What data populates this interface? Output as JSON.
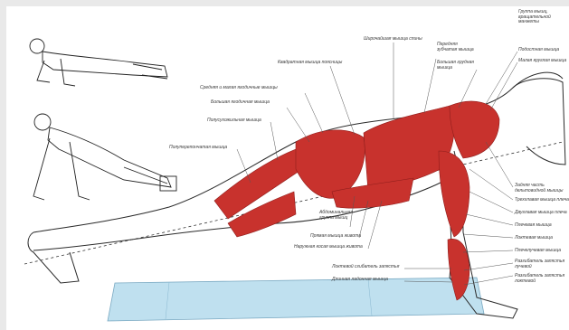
{
  "labels": {
    "group_forearm": "Группа мышц, вращательной манжеты",
    "latissimus": "Широчайшая мышца спины",
    "quadratus": "Квадратная мышца поясницы",
    "serratus": "Передняя зубчатая мышца",
    "pect_major": "Большая грудная мышца",
    "infraspinatus": "Подостная мышца",
    "teres_minor": "Малая круглая мышца",
    "glute_med_min": "Средняя и малая ягодичные мышцы",
    "glute_max": "Большая ягодичная мышца",
    "semimembranosus": "Полуперепончатая мышца",
    "semitendinosus": "Полусухожильная мышца",
    "abdominal": "Абдоминальная группа мышц",
    "rectus_abdominis": "Прямая мышца живота",
    "external_oblique": "Наружная косая мышца живота",
    "brachioradialis": "Локтевой сгибатель запястья",
    "palmaris_longus": "Длинная ладонная мышца",
    "rear_deltoid": "Задняя часть дельтовидной мышцы",
    "triceps": "Трехглавая мышца плеча",
    "biceps": "Двуглавая мышца плеча",
    "brachialis": "Плечевая мышца",
    "anconeus": "Локтевая мышца",
    "brachioradialis2": "Плечелучевая мышца",
    "flexor_radialis": "Разгибатель запястья лучевой",
    "flexor_ulnaris": "Разгибатель запястья локтевой"
  },
  "colors": {
    "muscle": "#c8322d",
    "muscle_dark": "#8f1e1c",
    "outline": "#2a2a2a",
    "mat": "#bfe0ef",
    "background": "#ffffff",
    "border": "#e9e9e9"
  },
  "icons": {
    "pushup_figure_top": "pushup-figure-icon",
    "pushup_figure_mid": "pushup-raised-figure-icon"
  }
}
